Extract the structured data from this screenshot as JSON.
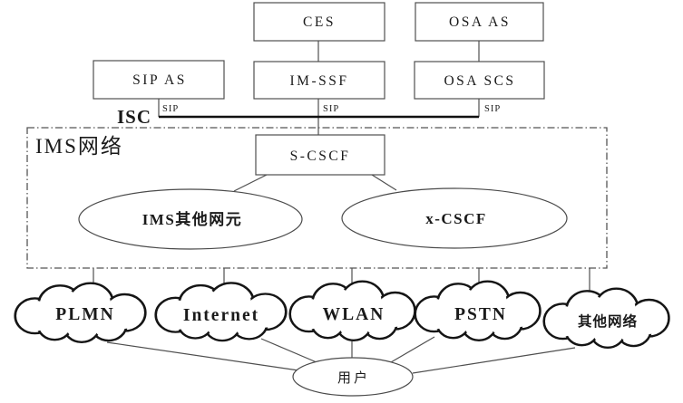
{
  "diagram": {
    "type": "network-architecture",
    "container_label": "IMS网络",
    "nodes": {
      "ces": {
        "label": "CES"
      },
      "osa_as": {
        "label": "OSA AS"
      },
      "sip_as": {
        "label": "SIP AS"
      },
      "im_ssf": {
        "label": "IM-SSF"
      },
      "osa_scs": {
        "label": "OSA SCS"
      },
      "s_cscf": {
        "label": "S-CSCF"
      },
      "ims_other_elements": {
        "label": "IMS其他网元"
      },
      "x_cscf": {
        "label": "x-CSCF"
      },
      "plmn": {
        "label": "PLMN"
      },
      "internet": {
        "label": "Internet"
      },
      "wlan": {
        "label": "WLAN"
      },
      "pstn": {
        "label": "PSTN"
      },
      "other_networks": {
        "label": "其他网络"
      },
      "user": {
        "label": "用户"
      }
    },
    "edge_labels": {
      "isc": "ISC",
      "sip": [
        "SIP",
        "SIP",
        "SIP"
      ]
    },
    "colors": {
      "background": "#ffffff",
      "text": "#1a1a1a",
      "box_border": "#4f4f4f",
      "connector": "#4f4f4f",
      "isc_bus": "#111111",
      "cloud_outline": "#151515",
      "dashed_border": "#555555"
    }
  }
}
